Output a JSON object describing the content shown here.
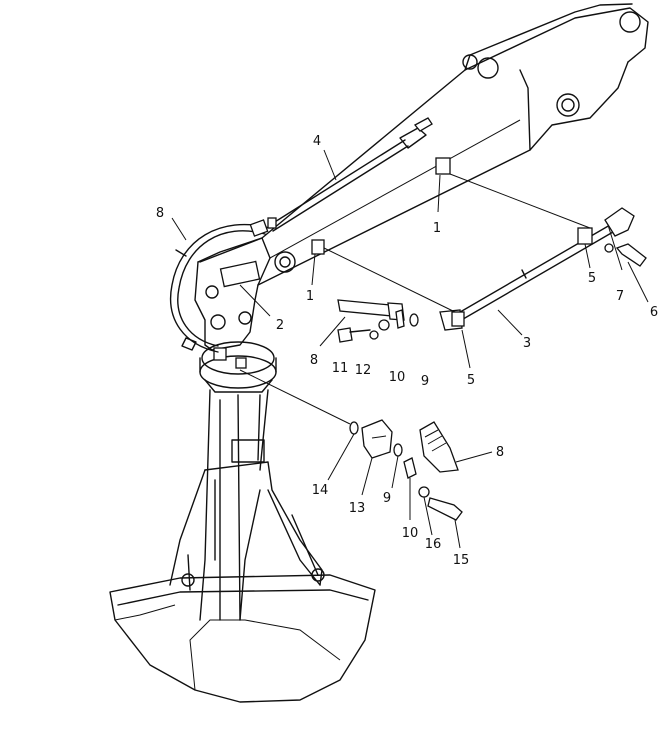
{
  "callouts": [
    {
      "id": "c1a",
      "text": "1"
    },
    {
      "id": "c1b",
      "text": "1"
    },
    {
      "id": "c2",
      "text": "2"
    },
    {
      "id": "c3",
      "text": "3"
    },
    {
      "id": "c4",
      "text": "4"
    },
    {
      "id": "c5a",
      "text": "5"
    },
    {
      "id": "c5b",
      "text": "5"
    },
    {
      "id": "c6",
      "text": "6"
    },
    {
      "id": "c7",
      "text": "7"
    },
    {
      "id": "c8a",
      "text": "8"
    },
    {
      "id": "c8b",
      "text": "8"
    },
    {
      "id": "c8c",
      "text": "8"
    },
    {
      "id": "c9a",
      "text": "9"
    },
    {
      "id": "c9b",
      "text": "9"
    },
    {
      "id": "c10a",
      "text": "10"
    },
    {
      "id": "c10b",
      "text": "10"
    },
    {
      "id": "c11",
      "text": "11"
    },
    {
      "id": "c12",
      "text": "12"
    },
    {
      "id": "c13",
      "text": "13"
    },
    {
      "id": "c14",
      "text": "14"
    },
    {
      "id": "c15",
      "text": "15"
    },
    {
      "id": "c16",
      "text": "16"
    }
  ]
}
